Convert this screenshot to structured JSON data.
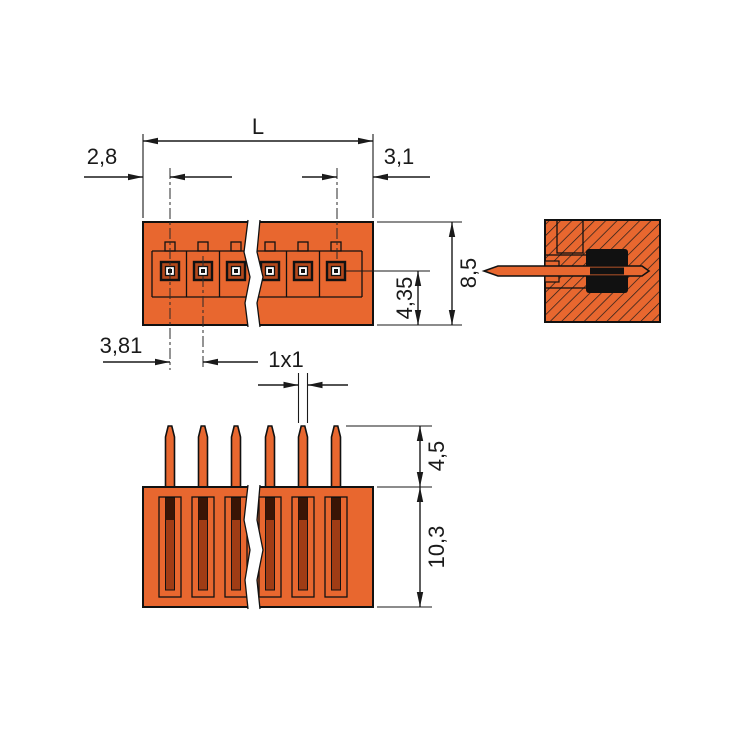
{
  "drawing": {
    "colors": {
      "housing_orange": "#E8672F",
      "cavity_dark": "#A03C15",
      "contact_rim": "#B4491C",
      "line_black": "#1A1A1A",
      "background": "#FFFFFF"
    },
    "dimension_labels": {
      "overall_length": "L",
      "left_edge_to_first_pin": "2,8",
      "last_pin_to_right_edge": "3,1",
      "pin_pitch": "3,81",
      "housing_height": "8,5",
      "pin_axis_to_bottom": "4,35",
      "pin_cross_section": "1x1",
      "pin_protrusion_length": "4,5",
      "housing_depth": "10,3"
    }
  }
}
